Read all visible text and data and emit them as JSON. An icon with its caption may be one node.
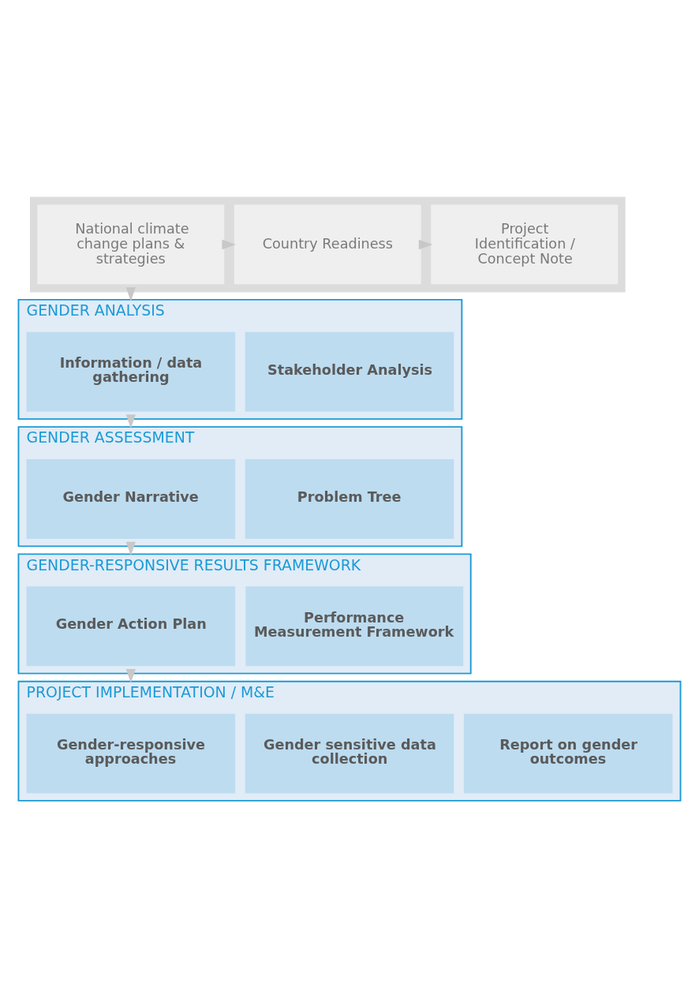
{
  "diagram": {
    "nodes": [
      {
        "text": [],
        "shape": "box"
      },
      {
        "text": [
          "National climate change plans & strategies"
        ],
        "in": 0
      },
      {
        "text": [
          "Country Readiness"
        ],
        "in": 0
      },
      {
        "text": [
          "Project Identification / Concept Note"
        ],
        "in": 0
      },
      {
        "text": [
          "GENDER ANALYSIS"
        ]
      },
      {
        "text": [
          "Information / data gathering"
        ],
        "in": 4
      },
      {
        "text": [
          "Stakeholder Analysis"
        ],
        "in": 4
      },
      {
        "text": [
          "GENDER ASSESSMENT"
        ]
      },
      {
        "text": [
          "Gender Narrative"
        ],
        "in": 7
      },
      {
        "text": [
          "Problem Tree"
        ],
        "in": 7
      },
      {
        "text": [
          "GENDER-RESPONSIVE RESULTS FRAMEWORK"
        ]
      },
      {
        "text": [
          "Gender Action Plan"
        ],
        "in": 10
      },
      {
        "text": [
          "Performance Measurement Framework"
        ],
        "in": 10
      },
      {
        "text": [
          "PROJECT IMPLEMENTATION / M&E"
        ]
      },
      {
        "text": [
          "Gender-responsive approaches"
        ],
        "in": 13
      },
      {
        "text": [
          "Gender sensitive data collection"
        ],
        "in": 13
      },
      {
        "text": [
          "Report on gender outcomes"
        ],
        "in": 13
      }
    ],
    "edges": [
      {
        "from": 1,
        "to": 2,
        "arrow": "to"
      },
      {
        "from": 2,
        "to": 3,
        "arrow": "to"
      },
      {
        "from": 0,
        "to": 4,
        "arrow": "to"
      },
      {
        "from": 4,
        "to": 7,
        "arrow": "to"
      },
      {
        "from": 7,
        "to": 10,
        "arrow": "to"
      },
      {
        "from": 10,
        "to": 13,
        "arrow": "to"
      }
    ]
  }
}
